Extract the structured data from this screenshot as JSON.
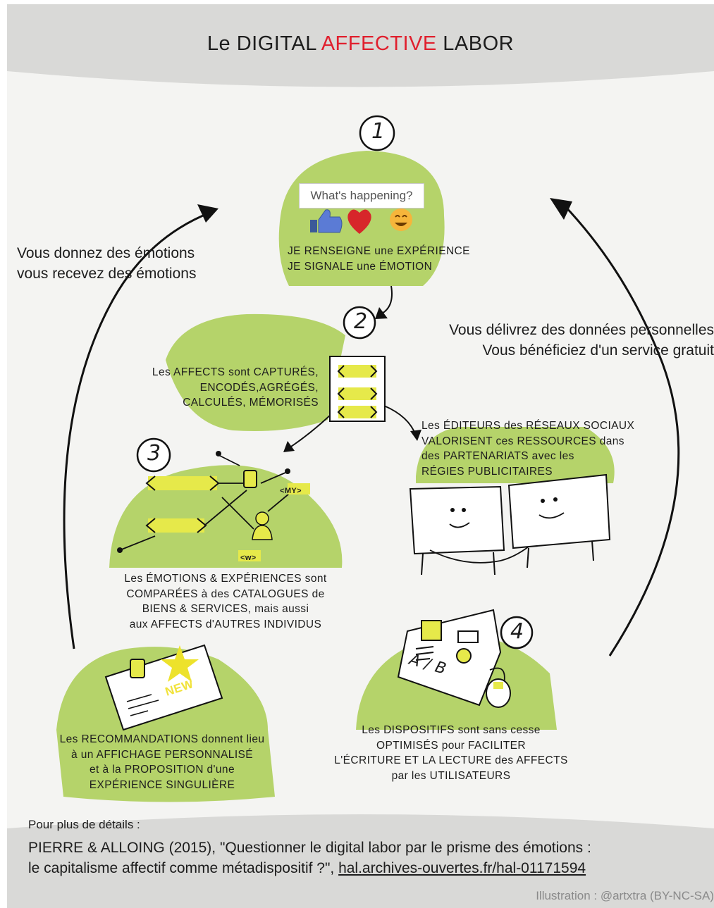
{
  "title": {
    "part1": "Le DIGITAL ",
    "part2": "AFFECTIVE",
    "part3": " LABOR"
  },
  "colors": {
    "accent_green": "#b5d36a",
    "accent_red": "#e0202e",
    "highlight_yellow": "#e6e94a"
  },
  "step_numbers": [
    "1",
    "2",
    "3",
    "4"
  ],
  "step1": {
    "input_placeholder": "What's happening?",
    "reactions": [
      "thumbs-up-icon",
      "heart-icon",
      "smiley-icon"
    ],
    "text": "JE RENSEIGNE une EXPÉRIENCE\nJE SIGNALE une ÉMOTION"
  },
  "step2": {
    "text": "Les AFFECTS sont CAPTURÉS,\nENCODÉS,AGRÉGÉS,\nCALCULÉS, MÉMORISÉS"
  },
  "publishers": {
    "text": "Les ÉDITEURS des RÉSEAUX SOCIAUX\nVALORISENT ces RESSOURCES dans\ndes PARTENARIATS avec les\nRÉGIES PUBLICITAIRES"
  },
  "step3": {
    "text": "Les ÉMOTIONS & EXPÉRIENCES sont\nCOMPARÉES à des CATALOGUES de\nBIENS & SERVICES, mais aussi\naux AFFECTS d'AUTRES INDIVIDUS",
    "tags": [
      "<MY>",
      "<w>"
    ]
  },
  "recommendations": {
    "text": "Les RECOMMANDATIONS donnent lieu\nà un AFFICHAGE PERSONNALISÉ\net à la PROPOSITION d'une\nEXPÉRIENCE SINGULIÈRE",
    "card_badge": "NEW"
  },
  "step4": {
    "text": "Les DISPOSITIFS sont sans cesse\nOPTIMISÉS pour FACILITER\nL'ÉCRITURE ET LA LECTURE des AFFECTS\npar les UTILISATEURS",
    "ab_label": "A / B"
  },
  "left_loop": "Vous donnez des émotions\nvous recevez des émotions",
  "right_loop": "Vous délivrez des données personnelles\nVous bénéficiez d'un service gratuit",
  "footer": {
    "intro": "Pour plus de détails :",
    "citation": "PIERRE & ALLOING (2015), \"Questionner le digital labor par le prisme des émotions :\nle capitalisme affectif comme métadispositif ?\", ",
    "link": "hal.archives-ouvertes.fr/hal-01171594",
    "credit": "Illustration : @artxtra (BY-NC-SA)"
  }
}
